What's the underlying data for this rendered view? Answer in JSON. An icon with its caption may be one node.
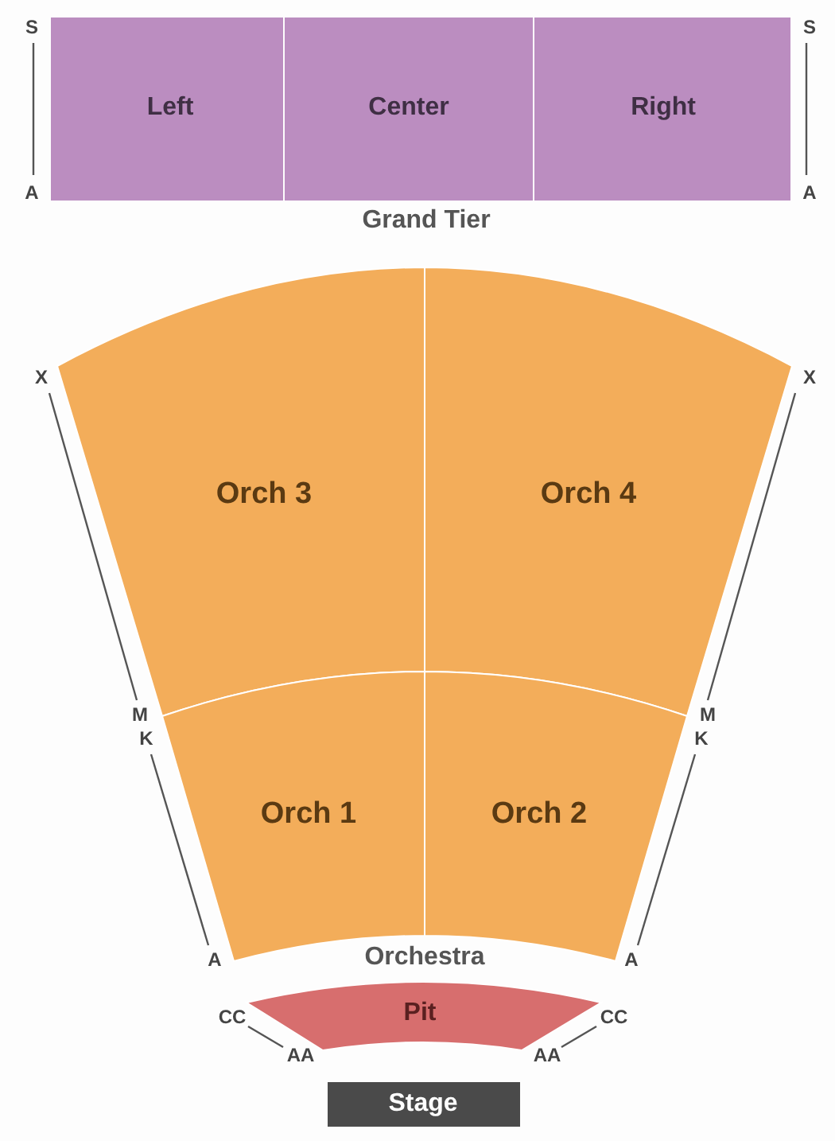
{
  "diagram": {
    "nodes": [
      {
        "text": [
          "Left"
        ]
      },
      {
        "text": [
          "Center"
        ]
      },
      {
        "text": [
          "Right"
        ]
      },
      {
        "text": [
          "Orch 3"
        ]
      },
      {
        "text": [
          "Orch 4"
        ]
      },
      {
        "text": [
          "Orch 1"
        ]
      },
      {
        "text": [
          "Orch 2"
        ]
      },
      {
        "text": [
          "Pit"
        ]
      },
      {
        "text": [
          "Stage"
        ]
      }
    ],
    "labels": [
      "S",
      "S",
      "A",
      "A",
      "Grand Tier",
      "X",
      "X",
      "M",
      "M",
      "K",
      "K",
      "A",
      "Orchestra",
      "A",
      "CC",
      "CC",
      "AA",
      "AA"
    ]
  }
}
